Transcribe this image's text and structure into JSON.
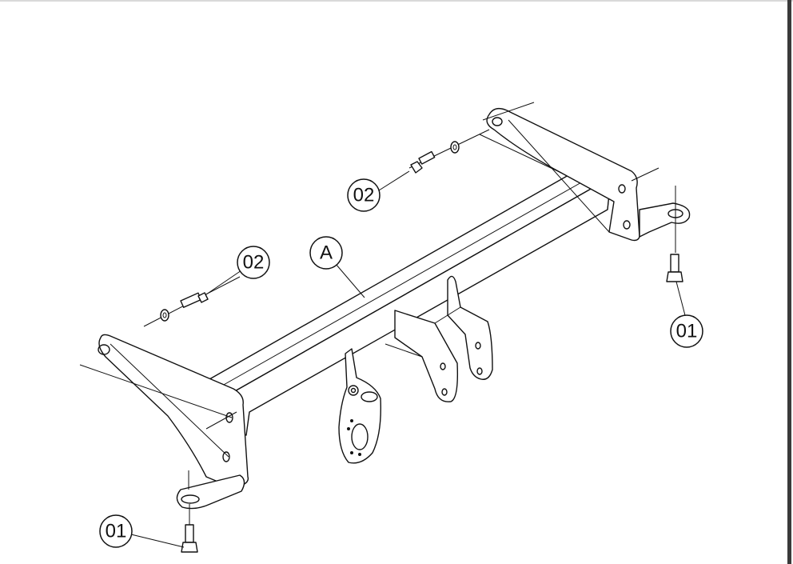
{
  "callouts": {
    "main_assembly": "A",
    "bolt_left": "01",
    "bolt_right": "01",
    "screw_left": "02",
    "screw_right": "02"
  }
}
